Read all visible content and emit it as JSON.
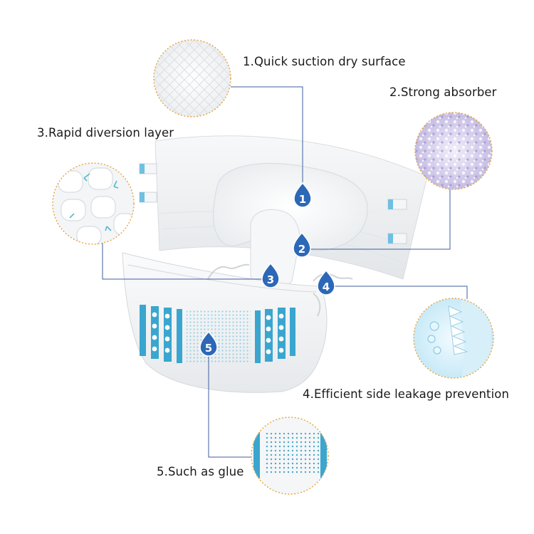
{
  "labels": {
    "quick_suction": "1.Quick suction dry surface",
    "strong_absorber": "2.Strong absorber",
    "rapid_diversion": "3.Rapid diversion layer",
    "side_leakage": "4.Efficient side leakage prevention",
    "glue": "5.Such as glue"
  },
  "markers": [
    "1",
    "2",
    "3",
    "4",
    "5"
  ],
  "colors": {
    "leader_line": "#3f5d9f",
    "drop_fill": "#2c68b7",
    "circle_border": "#e8a43a",
    "stripe_blue": "#3aa6cf"
  }
}
